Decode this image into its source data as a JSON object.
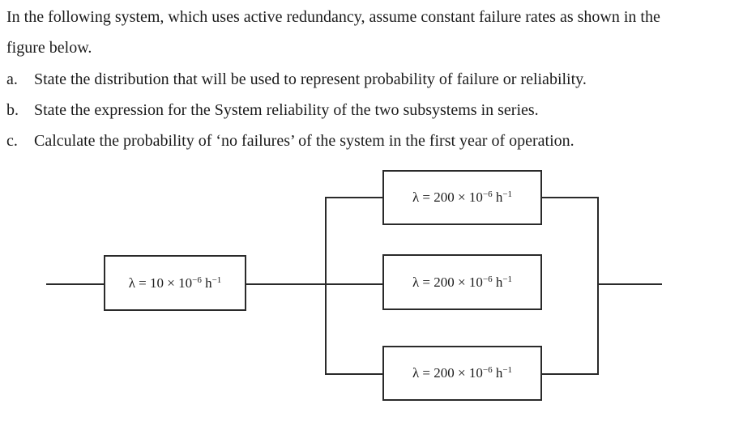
{
  "problem": {
    "intro_line1": "In the following system, which uses active redundancy, assume constant failure rates as shown in the",
    "intro_line2": "figure below.",
    "items": [
      {
        "marker": "a.",
        "text": "State the distribution that will be used to represent probability of failure or reliability."
      },
      {
        "marker": "b.",
        "text": "State the expression for the System reliability of the two subsystems in series."
      },
      {
        "marker": "c.",
        "text": "Calculate the probability of ‘no failures’ of the system in the first year of operation."
      }
    ]
  },
  "diagram": {
    "line_color": "#2a2a2a",
    "series_block": {
      "label_base": "λ = 10 × 10",
      "label_exp1": "−6",
      "label_mid": " h",
      "label_exp2": "−1"
    },
    "parallel_blocks": [
      {
        "label_base": "λ = 200 × 10",
        "label_exp1": "−6",
        "label_mid": " h",
        "label_exp2": "−1"
      },
      {
        "label_base": "λ = 200 × 10",
        "label_exp1": "−6",
        "label_mid": " h",
        "label_exp2": "−1"
      },
      {
        "label_base": "λ = 200 × 10",
        "label_exp1": "−6",
        "label_mid": " h",
        "label_exp2": "−1"
      }
    ]
  }
}
